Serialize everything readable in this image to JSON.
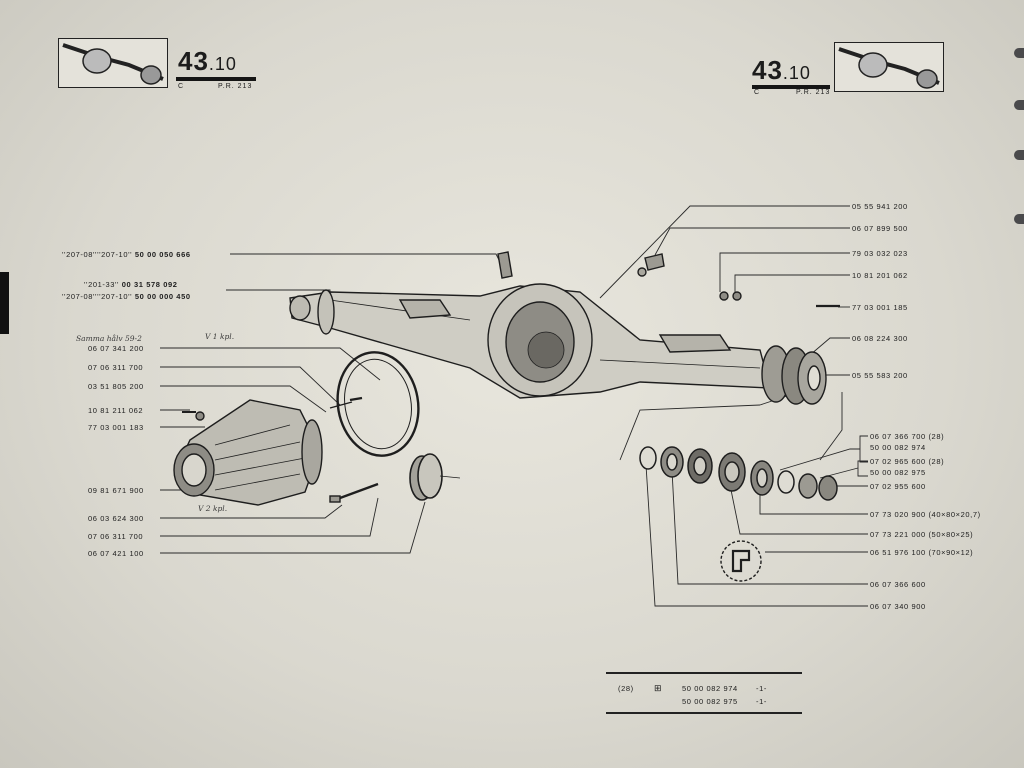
{
  "header": {
    "left": {
      "page_number_big": "43",
      "page_number_small": ".10",
      "letter": "C",
      "ref": "P.R. 213"
    },
    "right": {
      "page_number_big": "43",
      "page_number_small": ".10",
      "letter": "C",
      "ref": "P.R. 213"
    }
  },
  "callouts_left": {
    "top1_prefix": "''207-08''''207-10''",
    "top1_part": "50 00 050 666",
    "top2_prefix": "''201-33''",
    "top2_part": "00 31 578 092",
    "top3_prefix": "''207-08''''207-10''",
    "top3_part": "50 00 000 450",
    "p1": "06 07 341 200",
    "p2": "07 06 311 700",
    "p3": "03 51 805 200",
    "p4": "10 81 211 062",
    "p5": "77 03 001 183",
    "p6": "09 81 671 900",
    "p7": "06 03 624 300",
    "p8": "07 06 311 700",
    "p9": "06 07 421 100"
  },
  "handwriting": {
    "note1": "Samma hålv 59-2",
    "note2": "V  1 kpl.",
    "note3": "V  2 kpl."
  },
  "callouts_right": {
    "r1": "05 55 941 200",
    "r2": "06 07 899 500",
    "r3": "79 03 032 023",
    "r4": "10 81 201 062",
    "r5": "77 03 001 185",
    "r6": "06 08 224 300",
    "r7": "05 55 583 200",
    "r8a": "06 07 366 700 (28)",
    "r8b": "50 00 082 974",
    "r9a": "07 02 965 600 (28)",
    "r9b": "50 00 082 975",
    "r10": "07 02 955 600",
    "r11": "07 73 020 900 (40×80×20,7)",
    "r12": "07 73 221 000 (50×80×25)",
    "r13": "06 51 976 100 (70×90×12)",
    "r14": "06 07 366 600",
    "r15": "06 07 340 900"
  },
  "table": {
    "code": "(28)",
    "row1_part": "50 00 082 974",
    "row1_qty": "-1-",
    "row2_part": "50 00 082 975",
    "row2_qty": "-1-"
  }
}
